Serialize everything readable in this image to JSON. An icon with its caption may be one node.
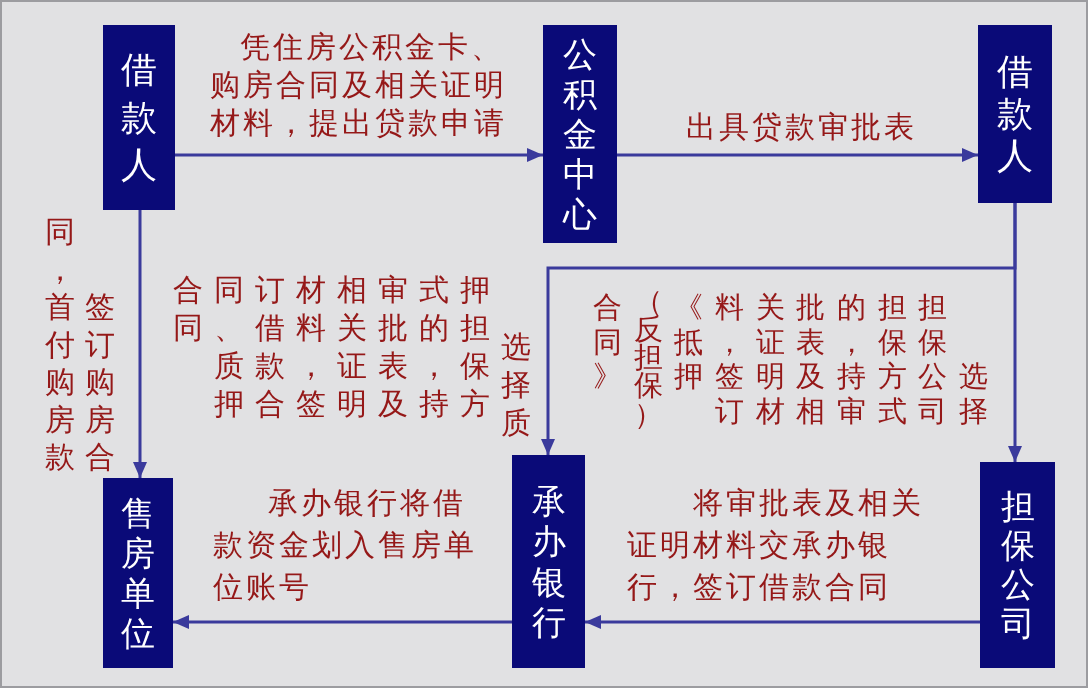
{
  "diagram": {
    "nodes": [
      {
        "text": [
          "借款人"
        ]
      },
      {
        "text": [
          "公积金中心"
        ]
      },
      {
        "text": [
          "借款人"
        ]
      },
      {
        "text": [
          "售房单位"
        ]
      },
      {
        "text": [
          "承办银行"
        ]
      },
      {
        "text": [
          "担保公司"
        ]
      }
    ],
    "edges": [
      {
        "from": 0,
        "to": 1,
        "arrow": "to",
        "label": "凭住房公积金卡、购房合同及相关证明材料，提出贷款申请"
      },
      {
        "from": 1,
        "to": 2,
        "arrow": "to",
        "label": "出具贷款审批表"
      },
      {
        "from": 0,
        "to": 3,
        "arrow": "to",
        "label": "签订购房合同，首付购房款"
      },
      {
        "from": 2,
        "to": 4,
        "arrow": "to",
        "label": "选择质押担保方式的，持审批表及相关证明材料，签订借款合同、质押合同"
      },
      {
        "from": 2,
        "to": 5,
        "arrow": "to",
        "label": "选择担保公司担保方式的，持审批表及相关证明材料，签订《抵押（反担保）合同》"
      },
      {
        "from": 5,
        "to": 4,
        "arrow": "to",
        "label": "将审批表及相关证明材料交承办银行，签订借款合同"
      },
      {
        "from": 4,
        "to": 3,
        "arrow": "to",
        "label": "承办银行将借款资金划入售房单位账号"
      }
    ]
  }
}
